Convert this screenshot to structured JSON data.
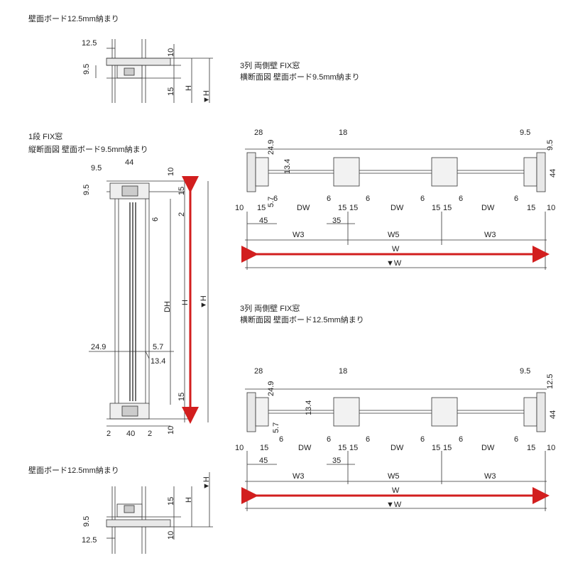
{
  "captions": {
    "top_left": "壁面ボード12.5mm納まり",
    "fix_title": "1段 FIX窓",
    "fix_sub": "縦断面図 壁面ボード9.5mm納まり",
    "bottom_left": "壁面ボード12.5mm納まり",
    "plan_a_title": "3列 両側壁 FIX窓",
    "plan_a_sub": "横断面図 壁面ボード9.5mm納まり",
    "plan_b_title": "3列 両側壁 FIX窓",
    "plan_b_sub": "横断面図 壁面ボード12.5mm納まり"
  },
  "detail_top": {
    "d_12_5": "12.5",
    "d_10": "10",
    "d_9_5": "9.5",
    "d_15": "15",
    "h": "H",
    "hmark": "▼H"
  },
  "section": {
    "d_9_5a": "9.5",
    "d_44": "44",
    "d_10a": "10",
    "d_9_5b": "9.5",
    "d_15a": "15",
    "d_6": "6",
    "d_2a": "2",
    "dh": "DH",
    "h": "H",
    "hmark": "▼H",
    "d_24_9": "24.9",
    "d_5_7": "5.7",
    "d_13_4": "13.4",
    "d_15b": "15",
    "d_2b": "2",
    "d_40": "40",
    "d_2c": "2",
    "d_10b": "10"
  },
  "detail_bottom": {
    "hmark": "▼H",
    "h": "H",
    "d_15": "15",
    "d_9_5": "9.5",
    "d_10": "10",
    "d_12_5": "12.5"
  },
  "plan_a": {
    "d_28": "28",
    "d_18": "18",
    "d_9_5": "9.5",
    "d_24_9": "24.9",
    "d_13_4": "13.4",
    "d_5_7": "5.7",
    "d_9_5r": "9.5",
    "d_44": "44",
    "row": [
      "10",
      "15",
      "6",
      "DW",
      "6",
      "15",
      "15",
      "6",
      "DW",
      "6",
      "15",
      "15",
      "6",
      "DW",
      "6",
      "15",
      "10"
    ],
    "d_45": "45",
    "d_35": "35",
    "w3a": "W3",
    "w5": "W5",
    "w3b": "W3",
    "w": "W",
    "wmark": "▼W"
  },
  "plan_b": {
    "d_28": "28",
    "d_18": "18",
    "d_9_5": "9.5",
    "d_24_9": "24.9",
    "d_13_4": "13.4",
    "d_5_7": "5.7",
    "d_12_5": "12.5",
    "d_44": "44",
    "row": [
      "10",
      "15",
      "6",
      "DW",
      "6",
      "15",
      "15",
      "6",
      "DW",
      "6",
      "15",
      "15",
      "6",
      "DW",
      "6",
      "15",
      "10"
    ],
    "d_45": "45",
    "d_35": "35",
    "w3a": "W3",
    "w5": "W5",
    "w3b": "W3",
    "w": "W",
    "wmark": "▼W"
  },
  "colors": {
    "line": "#333333",
    "arrow": "#d21e1e",
    "frame": "#8a8a8a",
    "fill": "#e8e8e8"
  }
}
